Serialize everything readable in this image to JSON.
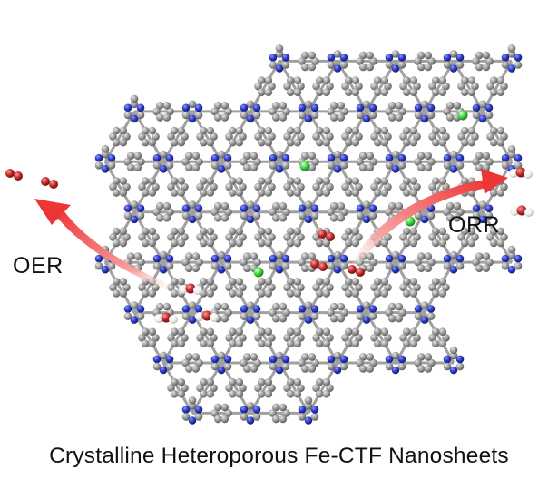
{
  "labels": {
    "oer": "OER",
    "orr": "ORR"
  },
  "caption": "Crystalline Heteroporous Fe-CTF Nanosheets",
  "colors": {
    "carbon": "#8f8f8f",
    "nitrogen": "#2f3fb8",
    "iron": "#3ccf3c",
    "oxygen": "#b52a2a",
    "hydrogen": "#f2f2f2",
    "bond": "#9a9a9a",
    "arrow": "#ef3b3b"
  },
  "icons": {
    "carbon": "grey-sphere",
    "nitrogen": "blue-sphere",
    "iron": "green-sphere",
    "oxygen": "red-sphere",
    "hydrogen": "white-sphere"
  }
}
